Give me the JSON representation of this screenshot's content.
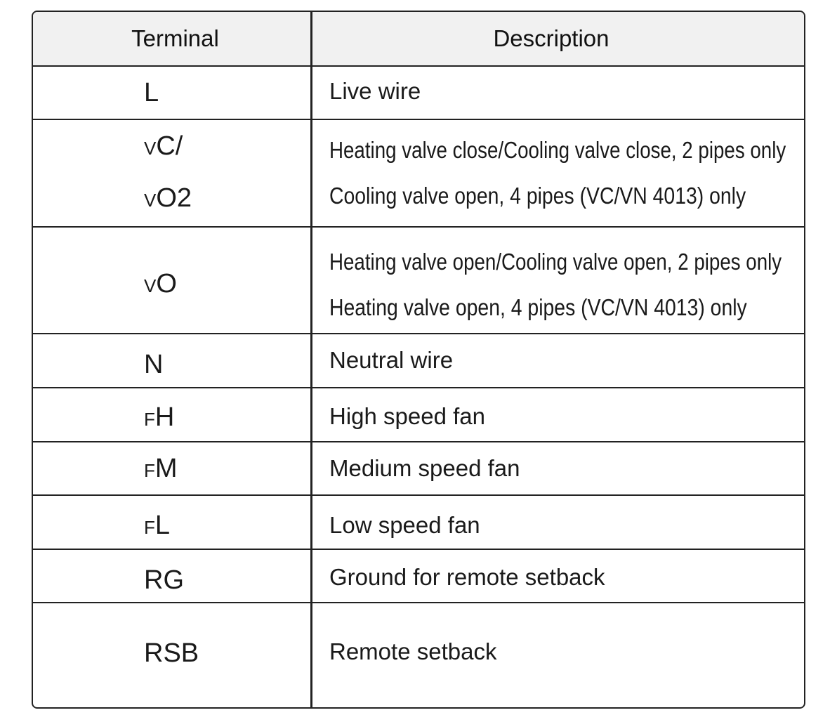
{
  "table": {
    "header": {
      "terminal": "Terminal",
      "description": "Description"
    },
    "rows": [
      {
        "terminal": [
          {
            "prefix": "",
            "main": "L"
          }
        ],
        "description": [
          "Live wire"
        ]
      },
      {
        "terminal": [
          {
            "prefix": "V",
            "main": "C/"
          },
          {
            "prefix": "V",
            "main": "O2"
          }
        ],
        "description": [
          "Heating valve close/Cooling valve close, 2 pipes only",
          "Cooling valve open, 4 pipes (VC/VN 4013) only"
        ]
      },
      {
        "terminal": [
          {
            "prefix": "V",
            "main": "O"
          }
        ],
        "description": [
          "Heating valve open/Cooling valve open, 2 pipes only",
          "Heating valve open, 4 pipes (VC/VN 4013) only"
        ]
      },
      {
        "terminal": [
          {
            "prefix": "",
            "main": "N"
          }
        ],
        "description": [
          "Neutral wire"
        ]
      },
      {
        "terminal": [
          {
            "prefix": "F",
            "main": "H"
          }
        ],
        "description": [
          "High speed fan"
        ]
      },
      {
        "terminal": [
          {
            "prefix": "F",
            "main": "M"
          }
        ],
        "description": [
          "Medium speed fan"
        ]
      },
      {
        "terminal": [
          {
            "prefix": "F",
            "main": "L"
          }
        ],
        "description": [
          "Low speed fan"
        ]
      },
      {
        "terminal": [
          {
            "prefix": "",
            "main": "RG"
          }
        ],
        "description": [
          "Ground for remote setback"
        ]
      },
      {
        "terminal": [
          {
            "prefix": "",
            "main": "RSB"
          }
        ],
        "description": [
          "Remote setback"
        ]
      }
    ]
  }
}
